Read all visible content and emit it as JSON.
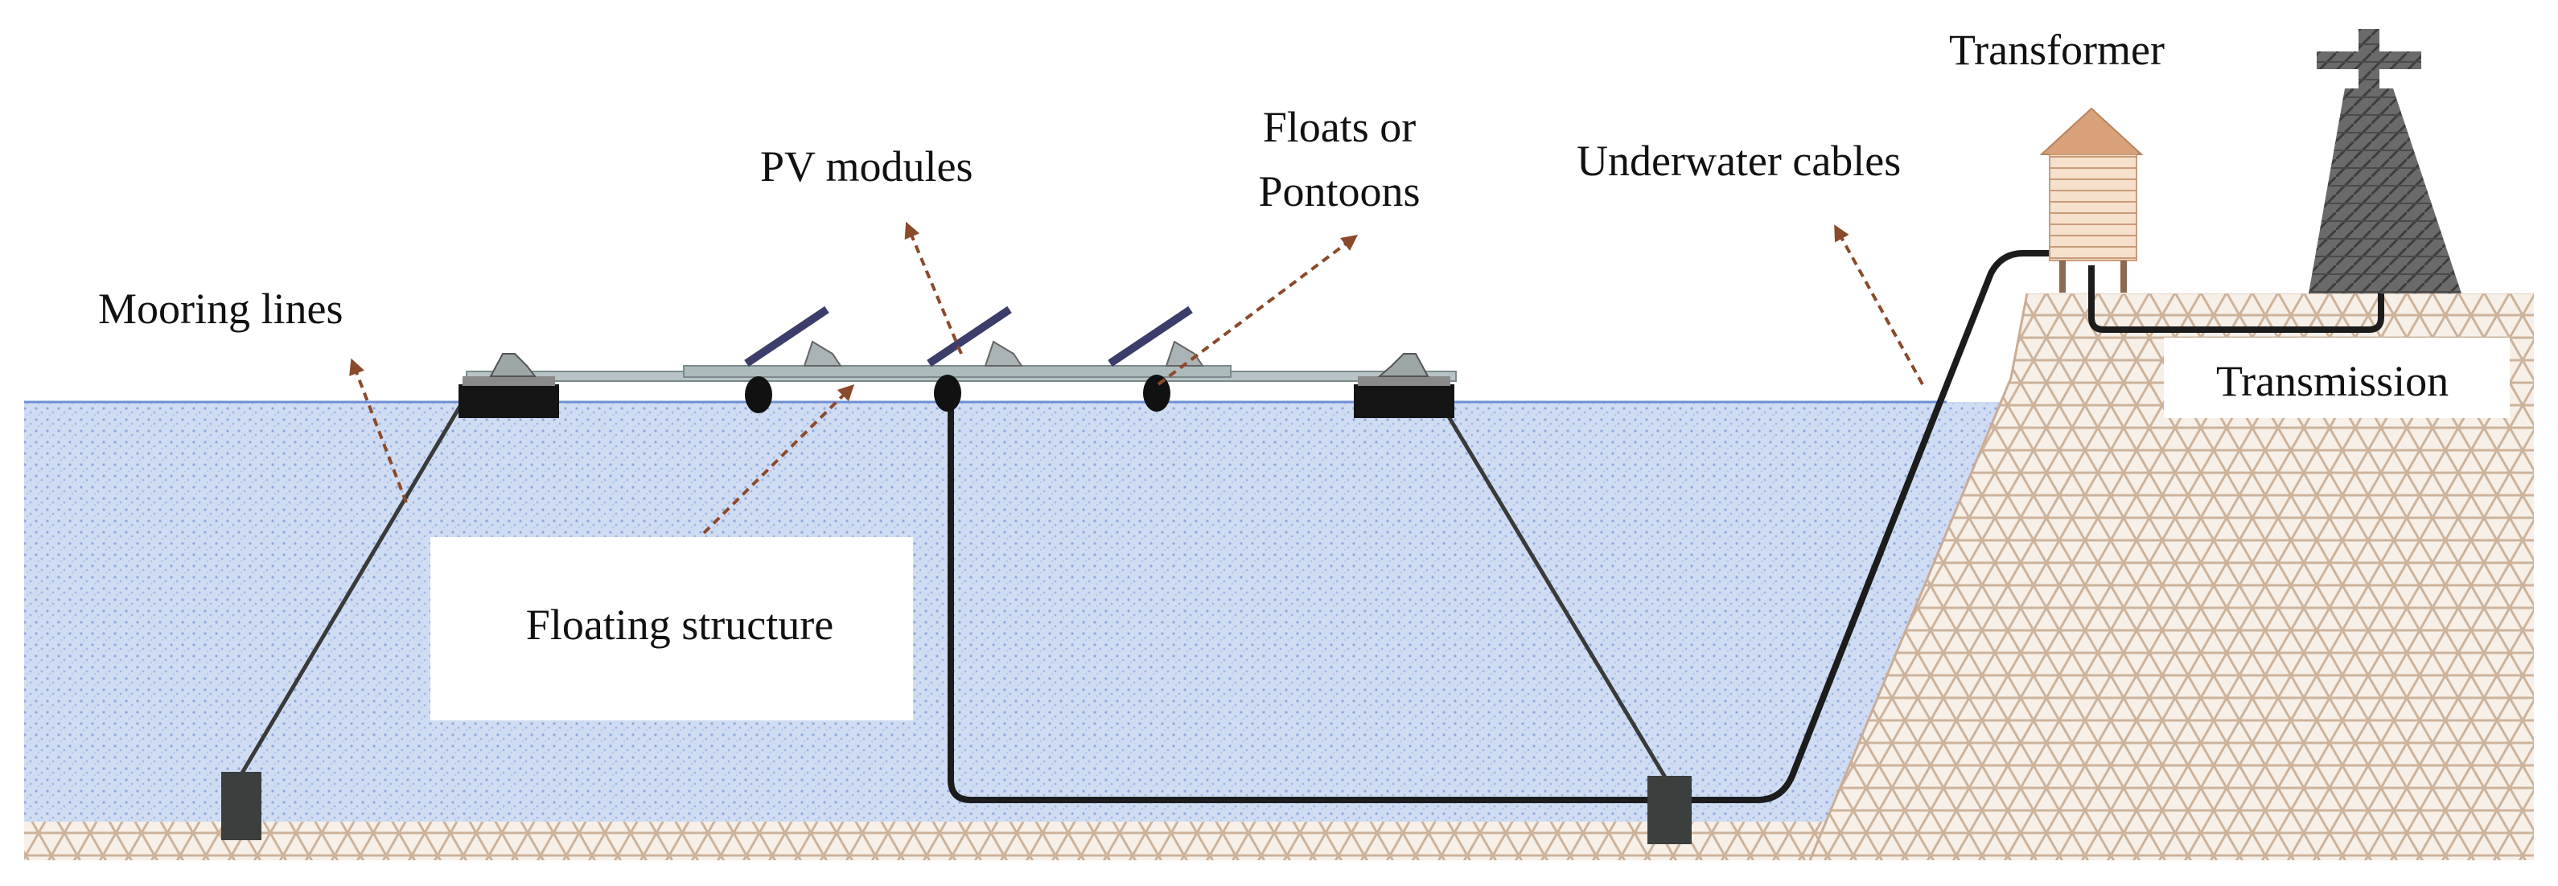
{
  "diagram": {
    "labels": {
      "mooring_lines": "Mooring lines",
      "pv_modules": "PV modules",
      "floats_line1": "Floats or",
      "floats_line2": "Pontoons",
      "underwater_cables": "Underwater cables",
      "transformer": "Transformer",
      "transmission": "Transmission",
      "floating_structure": "Floating structure"
    },
    "colors": {
      "water": "#c9d8f0",
      "water_surface": "#6f8fd6",
      "ground": "#f6efe6",
      "ground_lattice": "#c9ad95",
      "cable": "#1c1c1c",
      "mooring_line": "#3a3a3a",
      "pointer_arrow": "#8b4a2b",
      "anchor": "#3b3f3e",
      "transformer_house": "#f3d9bf",
      "transformer_roof": "#d9a27a",
      "tower": "#5d5d5d"
    }
  }
}
